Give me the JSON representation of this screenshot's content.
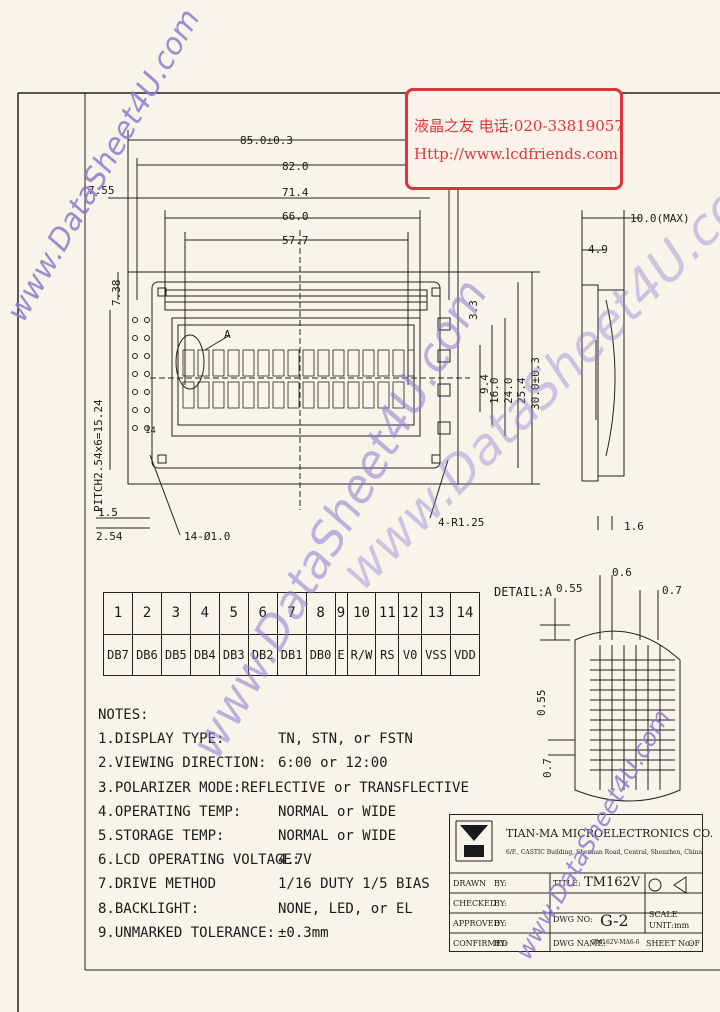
{
  "stamp": {
    "line1": "液晶之友 电话:020-33819057",
    "line2": "Http://www.lcdfriends.com"
  },
  "dims": {
    "overall_w": "85.0±0.3",
    "pcb_w": "82.0",
    "bezel_w": "71.4",
    "va_w": "66.0",
    "aa_w": "57.7",
    "edge": "7.55",
    "top_off": "7.38",
    "pitch": "PITCH2.54x6=15.24",
    "h94": "9.4",
    "h160": "16.0",
    "h240": "24.0",
    "h254": "25.4",
    "h300": "30.0±0.3",
    "h33": "3.3",
    "pin_off": "1.5",
    "pin_pitch": "2.54",
    "holes": "14-Ø1.0",
    "radius": "4-R1.25",
    "pin14": "14",
    "detail_label": "A",
    "max_thick": "10.0(MAX)",
    "w49": "4.9",
    "w16": "1.6",
    "detail": "DETAIL:A",
    "d055": "0.55",
    "d06": "0.6",
    "d07": "0.7",
    "dv055": "0.55",
    "dv07": "0.7"
  },
  "pins": {
    "numbers": [
      "1",
      "2",
      "3",
      "4",
      "5",
      "6",
      "7",
      "8",
      "9",
      "10",
      "11",
      "12",
      "13",
      "14"
    ],
    "signals": [
      "DB7",
      "DB6",
      "DB5",
      "DB4",
      "DB3",
      "DB2",
      "DB1",
      "DB0",
      "E",
      "R/W",
      "RS",
      "V0",
      "VSS",
      "VDD"
    ]
  },
  "notes": {
    "title": "NOTES:",
    "items": [
      {
        "k": "1.DISPLAY TYPE:",
        "v": "TN, STN, or FSTN"
      },
      {
        "k": "2.VIEWING DIRECTION:",
        "v": "6:00 or 12:00"
      },
      {
        "k": "3.POLARIZER MODE:",
        "v": "REFLECTIVE or TRANSFLECTIVE"
      },
      {
        "k": "4.OPERATING TEMP:",
        "v": "NORMAL or WIDE"
      },
      {
        "k": "5.STORAGE TEMP:",
        "v": "NORMAL or WIDE"
      },
      {
        "k": "6.LCD OPERATING VOLTAGE:",
        "v": "4.7V"
      },
      {
        "k": "7.DRIVE METHOD",
        "v": "1/16 DUTY  1/5 BIAS"
      },
      {
        "k": "8.BACKLIGHT:",
        "v": "NONE, LED, or EL"
      },
      {
        "k": "9.UNMARKED TOLERANCE:",
        "v": "±0.3mm"
      }
    ]
  },
  "title_block": {
    "company": "TIAN-MA MICROELECTRONICS CO.",
    "address": "6/F., CASTIC Building, Shennan Road, Central, Shenzhen, China",
    "drawn": "DRAWN",
    "by1": "BY:",
    "checked": "CHECKED",
    "by2": "BY:",
    "approved": "APPROVED",
    "by3": "BY:",
    "confirmed": "CONFIRMED",
    "by4": "BY:",
    "title_label": "TITLE:",
    "title_value": "TM162V",
    "dwg_label": "DWG NO:",
    "dwg_value": "G-2",
    "scale_label": "SCALE",
    "unit_label": "UNIT:",
    "unit_value": "mm",
    "dwg_name_label": "DWG NAME:",
    "dwg_name_value": "TM162V-MA6-6",
    "sheet_label": "SHEET No:",
    "sheet_value": "OF"
  },
  "watermarks": [
    "www.DataSheet4U.com",
    "www.DataSheet4U.com",
    "www.DataSheet4U.com",
    "www.DataSheet4U.com"
  ]
}
